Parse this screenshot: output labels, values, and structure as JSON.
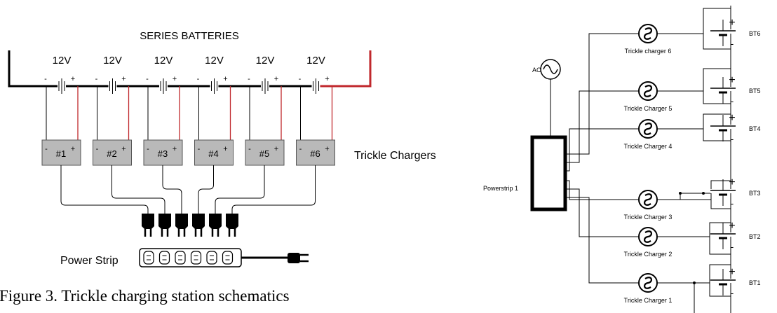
{
  "left": {
    "title": "SERIES BATTERIES",
    "batteries": [
      {
        "voltage": "12V",
        "minus": "-",
        "plus": "+"
      },
      {
        "voltage": "12V",
        "minus": "-",
        "plus": "+"
      },
      {
        "voltage": "12V",
        "minus": "-",
        "plus": "+"
      },
      {
        "voltage": "12V",
        "minus": "-",
        "plus": "+"
      },
      {
        "voltage": "12V",
        "minus": "-",
        "plus": "+"
      },
      {
        "voltage": "12V",
        "minus": "-",
        "plus": "+"
      }
    ],
    "chargers": [
      {
        "label": "#1",
        "minus": "-",
        "plus": "+"
      },
      {
        "label": "#2",
        "minus": "-",
        "plus": "+"
      },
      {
        "label": "#3",
        "minus": "-",
        "plus": "+"
      },
      {
        "label": "#4",
        "minus": "-",
        "plus": "+"
      },
      {
        "label": "#5",
        "minus": "-",
        "plus": "+"
      },
      {
        "label": "#6",
        "minus": "-",
        "plus": "+"
      }
    ],
    "chargers_label": "Trickle Chargers",
    "power_strip_label": "Power Strip",
    "caption": "Figure 3. Trickle charging station schematics",
    "colors": {
      "wire": "#000000",
      "positive": "#c0282d",
      "charger_fill": "#b9b9b9"
    }
  },
  "right": {
    "ac_label": "AC",
    "powerstrip_label": "Powerstrip 1",
    "chargers": [
      "Trickle charger 6",
      "Trickle Charger 5",
      "Trickle Charger 4",
      "Trickle Charger 3",
      "Trickle Charger 2",
      "Trickle Charger 1"
    ],
    "batteries": [
      {
        "label": "BT6",
        "plus": "+",
        "minus": "-"
      },
      {
        "label": "BT5",
        "plus": "+",
        "minus": "-"
      },
      {
        "label": "BT4",
        "plus": "+",
        "minus": "-"
      },
      {
        "label": "BT3",
        "plus": "+",
        "minus": "-"
      },
      {
        "label": "BT2",
        "plus": "+",
        "minus": "-"
      },
      {
        "label": "BT1",
        "plus": "+",
        "minus": "-"
      }
    ]
  }
}
